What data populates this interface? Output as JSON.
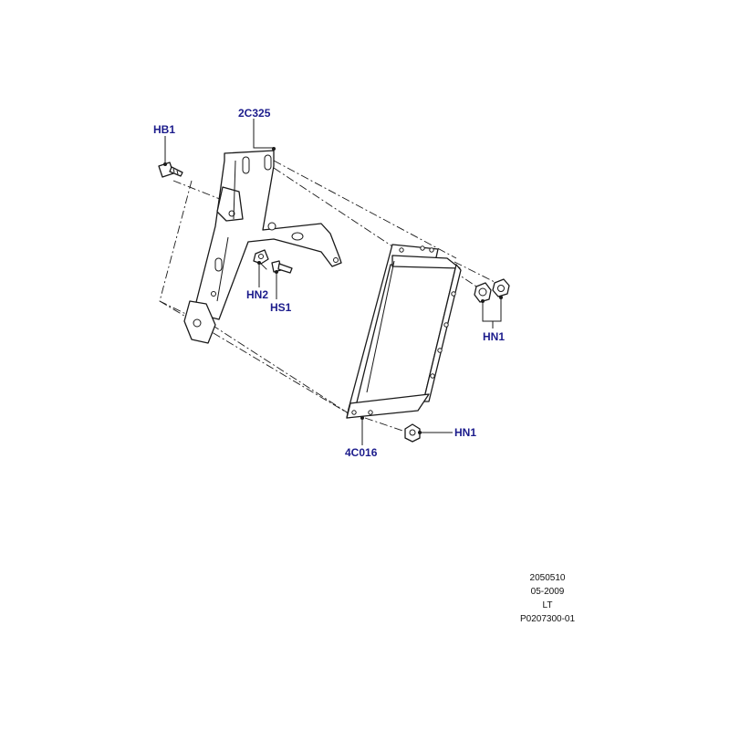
{
  "diagram": {
    "callouts": {
      "hb1": "HB1",
      "bracket": "2C325",
      "hn2": "HN2",
      "hs1": "HS1",
      "hn1_upper": "HN1",
      "module": "4C016",
      "hn1_lower": "HN1"
    },
    "reference": {
      "line1": "2050510",
      "line2": "05-2009",
      "line3": "LT",
      "line4": "P0207300-01"
    },
    "colors": {
      "callout_text": "#1c1c8c",
      "line_art": "#1a1a1a",
      "background": "#ffffff"
    }
  }
}
